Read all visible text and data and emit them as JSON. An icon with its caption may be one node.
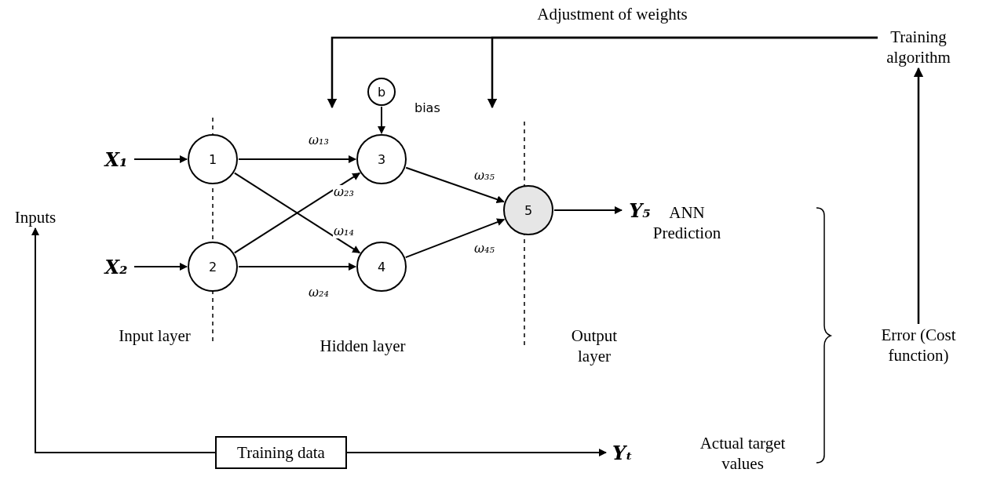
{
  "diagram": {
    "nodes": [
      {
        "text": [
          "X₁"
        ]
      },
      {
        "text": [
          "1"
        ]
      },
      {
        "text": [
          "X₂"
        ]
      },
      {
        "text": [
          "2"
        ]
      },
      {
        "text": [
          "b"
        ],
        "beside": [
          "bias"
        ]
      },
      {
        "text": [
          "3"
        ]
      },
      {
        "text": [
          "4"
        ]
      },
      {
        "text": [
          "5"
        ]
      },
      {
        "text": [
          "Y₅"
        ]
      },
      {
        "text": [
          "Inputs"
        ]
      },
      {
        "text": [
          "Training data"
        ]
      },
      {
        "text": [
          "Yₜ"
        ]
      },
      {
        "text": [
          "Training algorithm"
        ]
      },
      {
        "text": [
          "Error (Cost function)"
        ]
      }
    ],
    "edges": [
      {
        "from": 0,
        "to": 1,
        "arrow": "to"
      },
      {
        "from": 2,
        "to": 3,
        "arrow": "to"
      },
      {
        "from": 1,
        "to": 5,
        "arrow": "to",
        "label": "ω₁₃"
      },
      {
        "from": 1,
        "to": 6,
        "arrow": "to",
        "label": "ω₁₄"
      },
      {
        "from": 3,
        "to": 5,
        "arrow": "to",
        "label": "ω₂₃"
      },
      {
        "from": 3,
        "to": 6,
        "arrow": "to",
        "label": "ω₂₄"
      },
      {
        "from": 4,
        "to": 5,
        "arrow": "to"
      },
      {
        "from": 5,
        "to": 7,
        "arrow": "to",
        "label": "ω₃₅"
      },
      {
        "from": 6,
        "to": 7,
        "arrow": "to",
        "label": "ω₄₅"
      },
      {
        "from": 7,
        "to": 8,
        "arrow": "to"
      },
      {
        "from": 10,
        "to": 11,
        "arrow": "to"
      },
      {
        "from": 10,
        "to": 9,
        "arrow": "to"
      },
      {
        "from": 13,
        "to": 12,
        "arrow": "to"
      },
      {
        "from": 12,
        "to": null,
        "arrow": "to"
      },
      {
        "from": 12,
        "to": null,
        "arrow": "to"
      }
    ],
    "labels": [
      "Adjustment of weights",
      "Input layer",
      "Hidden layer",
      "Output layer",
      "ANN Prediction",
      "Actual target values"
    ]
  }
}
